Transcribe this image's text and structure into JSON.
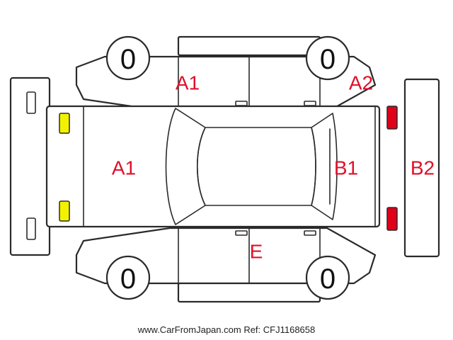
{
  "colors": {
    "damage_code": "#e0102a",
    "front_lamp": "#f2f200",
    "rear_lamp": "#e0001a",
    "line": "#2a2a2a"
  },
  "tires": {
    "front_left": "0",
    "rear_left": "0",
    "front_right": "0",
    "rear_right": "0"
  },
  "damage_codes": {
    "front_fender_left": "A1",
    "rear_quarter_left": "A2",
    "hood": "A1",
    "tailgate": "B1",
    "rear_bumper": "B2",
    "door_right": "E"
  },
  "footer": {
    "site": "www.CarFromJapan.com",
    "ref": "Ref: CFJ1168658"
  }
}
